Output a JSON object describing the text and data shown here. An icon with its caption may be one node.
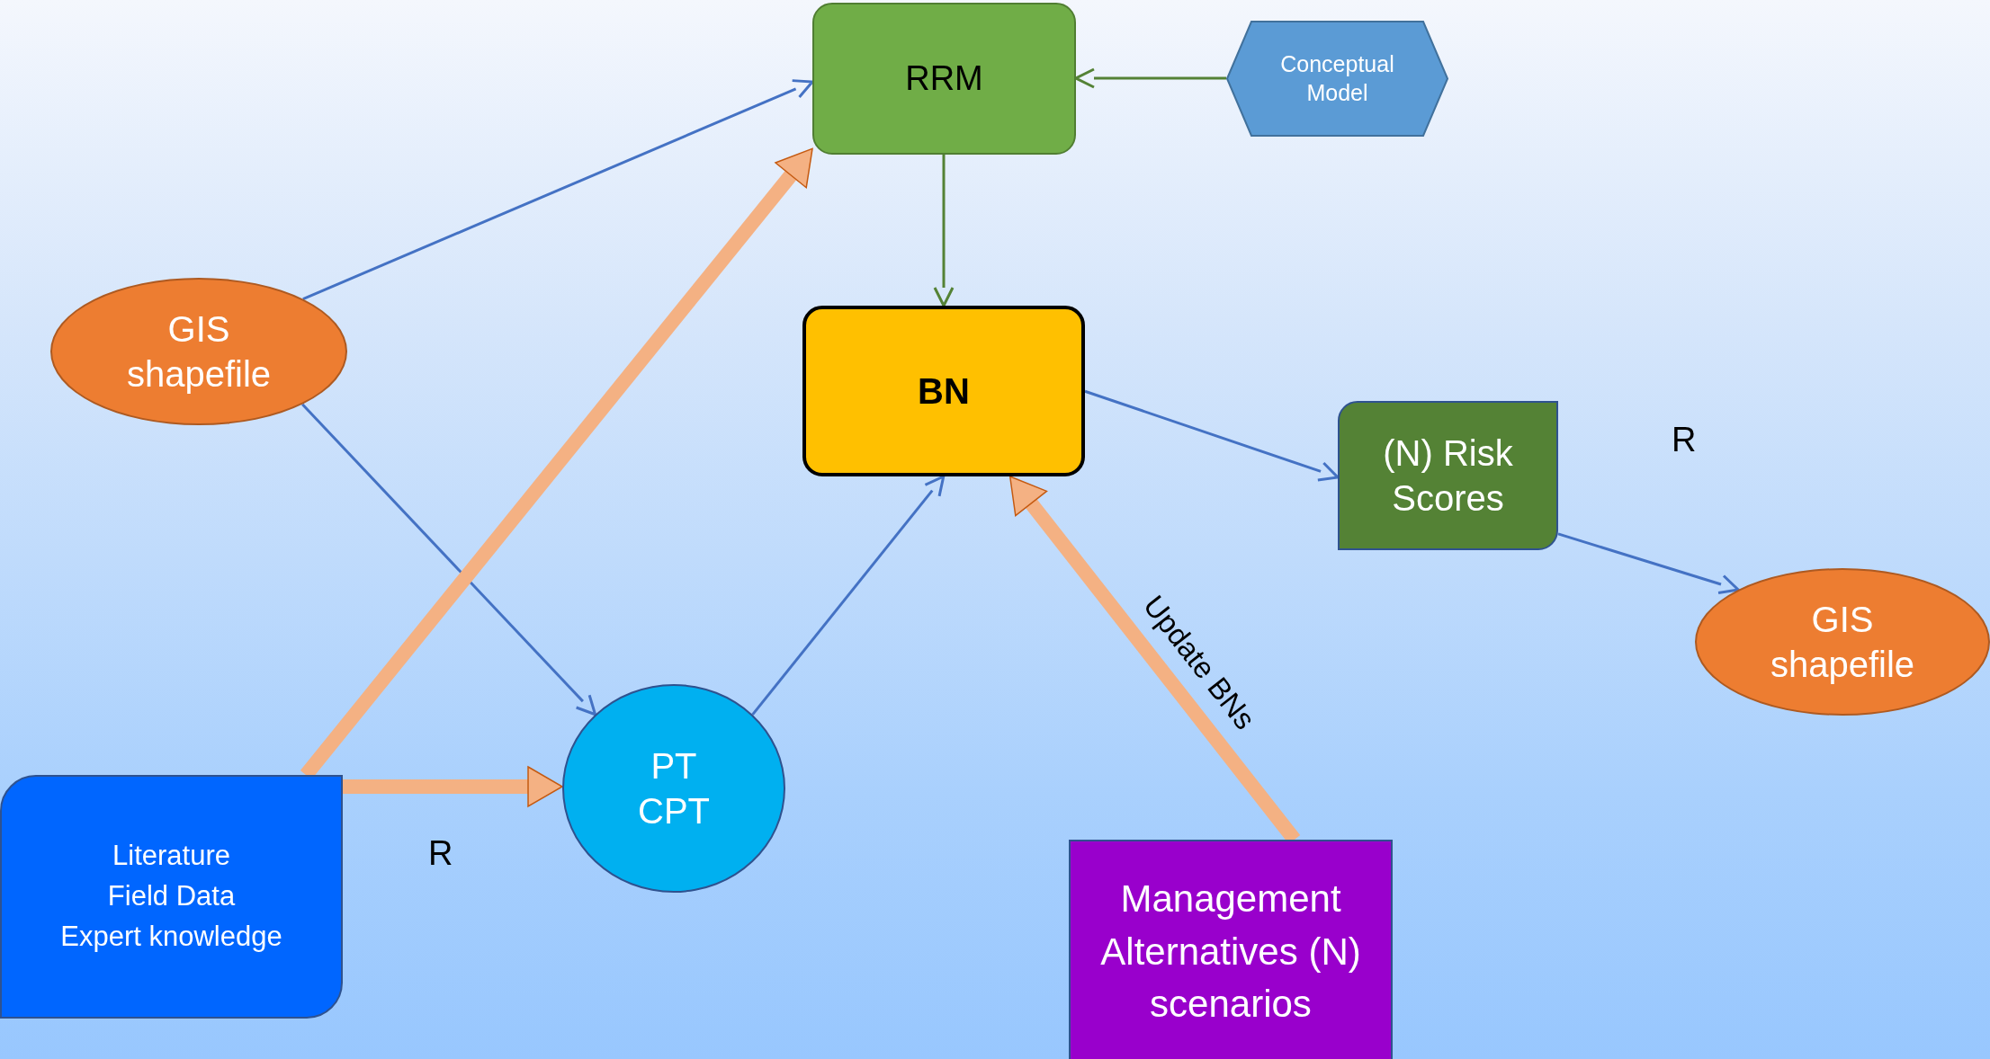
{
  "diagram": {
    "nodes": [
      {
        "text": [
          "RRM"
        ]
      },
      {
        "text": [
          "Conceptual Model"
        ]
      },
      {
        "text": [
          "GIS shapefile"
        ]
      },
      {
        "text": [
          "BN"
        ]
      },
      {
        "text": [
          "(N) Risk Scores"
        ]
      },
      {
        "text": [
          "GIS shapefile"
        ]
      },
      {
        "text": [
          "PT",
          "CPT"
        ]
      },
      {
        "text": [
          "Literature",
          "Field Data",
          "Expert knowledge"
        ]
      },
      {
        "text": [
          "Management Alternatives (N) scenarios"
        ]
      }
    ],
    "edges": [
      {
        "from": 2,
        "to": 0,
        "arrow": "to"
      },
      {
        "from": 2,
        "to": 6,
        "arrow": "to"
      },
      {
        "from": 7,
        "to": 0,
        "arrow": "to",
        "style": "thick",
        "color": "#f4b183"
      },
      {
        "from": 7,
        "to": 6,
        "arrow": "to",
        "style": "thick",
        "color": "#f4b183"
      },
      {
        "from": 0,
        "to": 3,
        "arrow": "to",
        "color": "#548235"
      },
      {
        "from": 1,
        "to": 0,
        "arrow": "to",
        "color": "#548235"
      },
      {
        "from": 6,
        "to": 3,
        "arrow": "to"
      },
      {
        "from": 3,
        "to": 4,
        "arrow": "to"
      },
      {
        "from": 4,
        "to": 5,
        "arrow": "to"
      },
      {
        "from": 8,
        "to": 3,
        "arrow": "to",
        "label": "Update BNs",
        "style": "thick",
        "color": "#f4b183"
      }
    ],
    "labels": [
      "R",
      "R"
    ]
  }
}
